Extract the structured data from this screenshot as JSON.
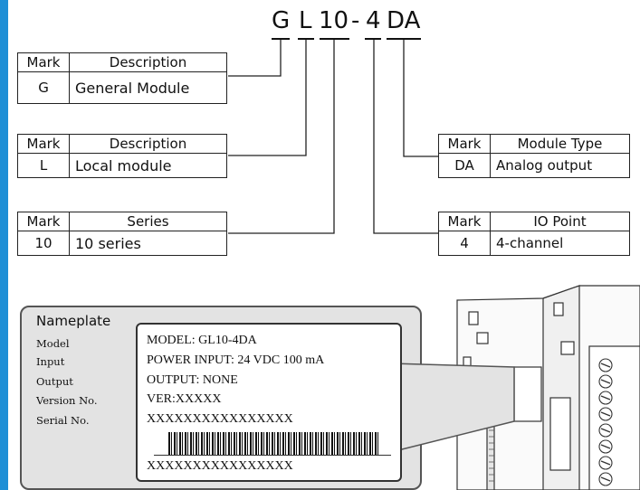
{
  "model_code": {
    "g": "G",
    "l": "L",
    "series": "10",
    "dash": "-",
    "io": "4",
    "type": "DA"
  },
  "tables": {
    "general": {
      "h1": "Mark",
      "h2": "Description",
      "mark": "G",
      "value": "General Module"
    },
    "local": {
      "h1": "Mark",
      "h2": "Description",
      "mark": "L",
      "value": "Local module"
    },
    "series": {
      "h1": "Mark",
      "h2": "Series",
      "mark": "10",
      "value": "10 series"
    },
    "module_type": {
      "h1": "Mark",
      "h2": "Module Type",
      "mark": "DA",
      "value": "Analog output"
    },
    "io_point": {
      "h1": "Mark",
      "h2": "IO Point",
      "mark": "4",
      "value": "4-channel"
    }
  },
  "nameplate": {
    "title": "Nameplate",
    "labels": [
      "Model",
      "Input",
      "Output",
      "Version No.",
      "Serial No."
    ],
    "lines": [
      "MODEL:  GL10-4DA",
      "POWER INPUT:  24 VDC 100 mA",
      "OUTPUT:  NONE",
      "VER:XXXXX",
      "XXXXXXXXXXXXXXXX"
    ],
    "serial_bottom": "XXXXXXXXXXXXXXXX"
  }
}
